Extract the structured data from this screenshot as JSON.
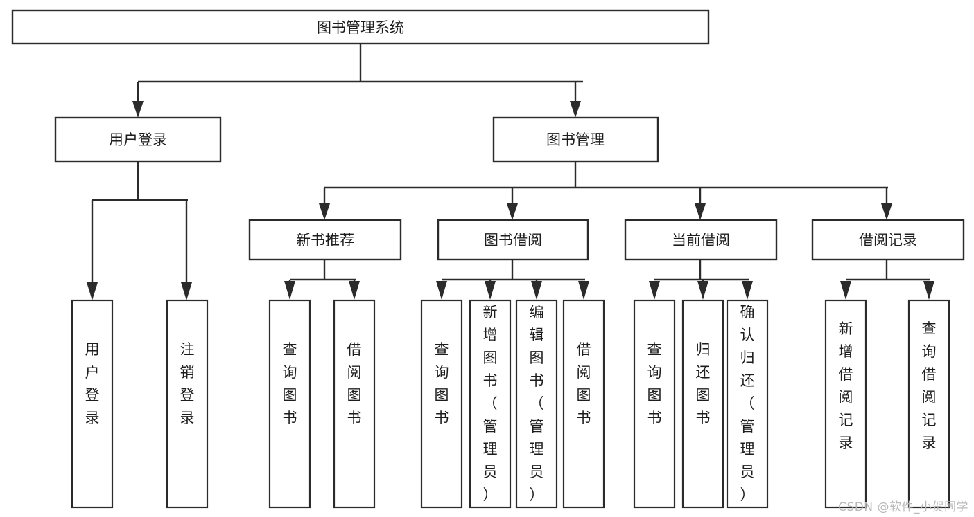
{
  "diagram": {
    "type": "tree",
    "title": "图书管理系统",
    "orientation": "top-down",
    "root": {
      "id": "root",
      "label": "图书管理系统"
    },
    "level2": [
      {
        "id": "user-login",
        "label": "用户登录"
      },
      {
        "id": "book-manage",
        "label": "图书管理"
      }
    ],
    "level3": [
      {
        "id": "new-book-recommend",
        "label": "新书推荐",
        "parent": "book-manage"
      },
      {
        "id": "book-borrow",
        "label": "图书借阅",
        "parent": "book-manage"
      },
      {
        "id": "current-borrow",
        "label": "当前借阅",
        "parent": "book-manage"
      },
      {
        "id": "borrow-record",
        "label": "借阅记录",
        "parent": "book-manage"
      }
    ],
    "leaves": {
      "user-login": [
        {
          "id": "leaf-user-login",
          "label": "用户登录"
        },
        {
          "id": "leaf-user-logout",
          "label": "注销登录"
        }
      ],
      "new-book-recommend": [
        {
          "id": "leaf-query-book-1",
          "label": "查询图书"
        },
        {
          "id": "leaf-borrow-book-1",
          "label": "借阅图书"
        }
      ],
      "book-borrow": [
        {
          "id": "leaf-query-book-2",
          "label": "查询图书"
        },
        {
          "id": "leaf-add-book",
          "label": "新增图书（管理员）"
        },
        {
          "id": "leaf-edit-book",
          "label": "编辑图书（管理员）"
        },
        {
          "id": "leaf-borrow-book-2",
          "label": "借阅图书"
        }
      ],
      "current-borrow": [
        {
          "id": "leaf-query-book-3",
          "label": "查询图书"
        },
        {
          "id": "leaf-return-book",
          "label": "归还图书"
        },
        {
          "id": "leaf-confirm-return",
          "label": "确认归还（管理员）"
        }
      ],
      "borrow-record": [
        {
          "id": "leaf-add-record",
          "label": "新增借阅记录"
        },
        {
          "id": "leaf-query-record",
          "label": "查询借阅记录"
        }
      ]
    }
  },
  "watermark": {
    "text": "CSDN @软件_小贺同学"
  },
  "colors": {
    "stroke": "#2b2b2b",
    "fill": "#ffffff",
    "text": "#1d1d1d",
    "watermark": "#b9b9b9"
  }
}
